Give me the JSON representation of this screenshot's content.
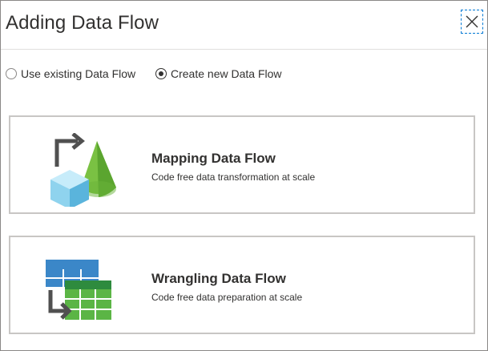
{
  "dialog": {
    "title": "Adding Data Flow",
    "close_icon": "close-icon"
  },
  "options": {
    "existing_label": "Use existing Data Flow",
    "new_label": "Create new Data Flow",
    "selected": "new"
  },
  "cards": [
    {
      "title": "Mapping Data Flow",
      "description": "Code free data transformation at scale",
      "icon": "mapping-data-flow-icon"
    },
    {
      "title": "Wrangling Data Flow",
      "description": "Code free data preparation at scale",
      "icon": "wrangling-data-flow-icon"
    }
  ],
  "colors": {
    "accent": "#0078d4",
    "card_border": "#c8c6c4",
    "cube": "#8fd3ee",
    "cone": "#7ac143",
    "table_blue": "#3b87c8",
    "table_green": "#5bb545"
  }
}
